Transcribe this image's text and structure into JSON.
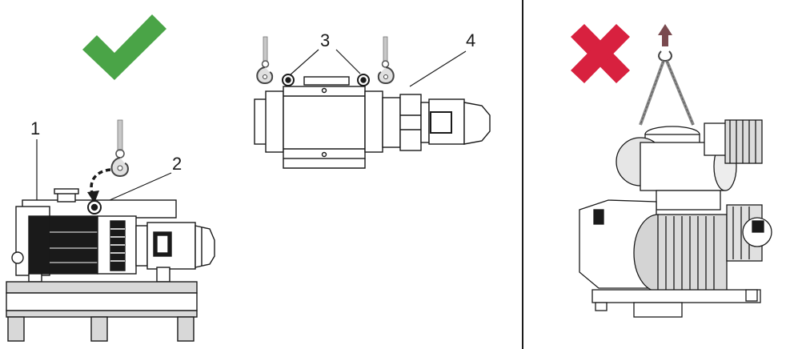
{
  "callouts": {
    "base_pump": "1",
    "lifting_eye": "2",
    "booster_eyes": "3",
    "booster": "4"
  },
  "symbols": {
    "allowed_icon": "check-mark-icon",
    "forbidden_icon": "cross-mark-icon",
    "lift_direction_icon": "arrow-up-icon"
  },
  "colors": {
    "allowed": "#4aa447",
    "forbidden": "#d8213f",
    "lift_arrow": "#7a4a4f",
    "line": "#1a1a1a",
    "chain": "#8a8a8a",
    "hook": "#b8b8b8"
  }
}
